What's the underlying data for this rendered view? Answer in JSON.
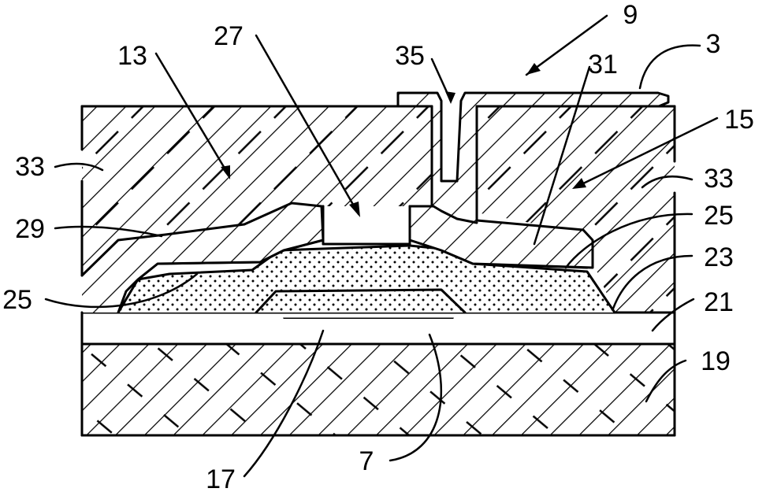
{
  "reference_numerals": {
    "n9": "9",
    "n3": "3",
    "n13": "13",
    "n27": "27",
    "n35": "35",
    "n31": "31",
    "n15": "15",
    "n33_left": "33",
    "n33_right": "33",
    "n29": "29",
    "n25_left": "25",
    "n25_right": "25",
    "n23": "23",
    "n21": "21",
    "n19": "19",
    "n17": "17",
    "n7": "7"
  }
}
